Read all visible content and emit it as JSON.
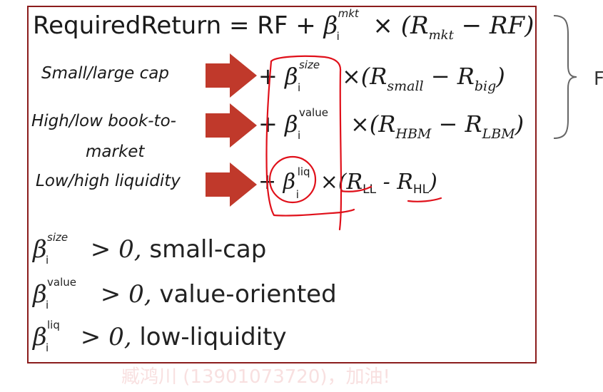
{
  "main_equation": {
    "lhs": "RequiredReturn",
    "equals": "=",
    "rf": "RF",
    "plus": "+",
    "beta_sup": "mkt",
    "beta_sub": "i",
    "times": "×",
    "paren": "(R",
    "r_sub": "mkt",
    "minus_rf": " − RF)"
  },
  "rows": [
    {
      "label": "Small/large cap",
      "plus": "+",
      "beta_sup": "size",
      "beta_sub": "i",
      "term": "×(R",
      "s1": "small",
      "mid": " − R",
      "s2": "big",
      "end": ")"
    },
    {
      "label": "High/low book-to-",
      "label2": "market",
      "plus": "+",
      "beta_sup": "value",
      "beta_sub": "i",
      "term": "×(R",
      "s1": "HBM",
      "mid": " − R",
      "s2": "LBM",
      "end": ")"
    },
    {
      "label": "Low/high liquidity",
      "plus": "+",
      "beta_sup": "liq",
      "beta_sub": "i",
      "term": "×(R",
      "s1": "LL",
      "mid": " - R",
      "s2": "HL",
      "end": ")"
    }
  ],
  "conditions": [
    {
      "beta_sup": "size",
      "beta_sub": "i",
      "rel": " > 0,",
      "text": " small-cap"
    },
    {
      "beta_sup": "value",
      "beta_sub": "i",
      "rel": " > 0,",
      "text": " value-oriented"
    },
    {
      "beta_sup": "liq",
      "beta_sub": "i",
      "rel": " > 0,",
      "text": " low-liquidity"
    }
  ],
  "side_label": "F",
  "watermark": "臧鸿川 (13901073720)，加油!",
  "colors": {
    "frame": "#8b1c1c",
    "arrow": "#c0392b",
    "ink": "#e0101a"
  }
}
